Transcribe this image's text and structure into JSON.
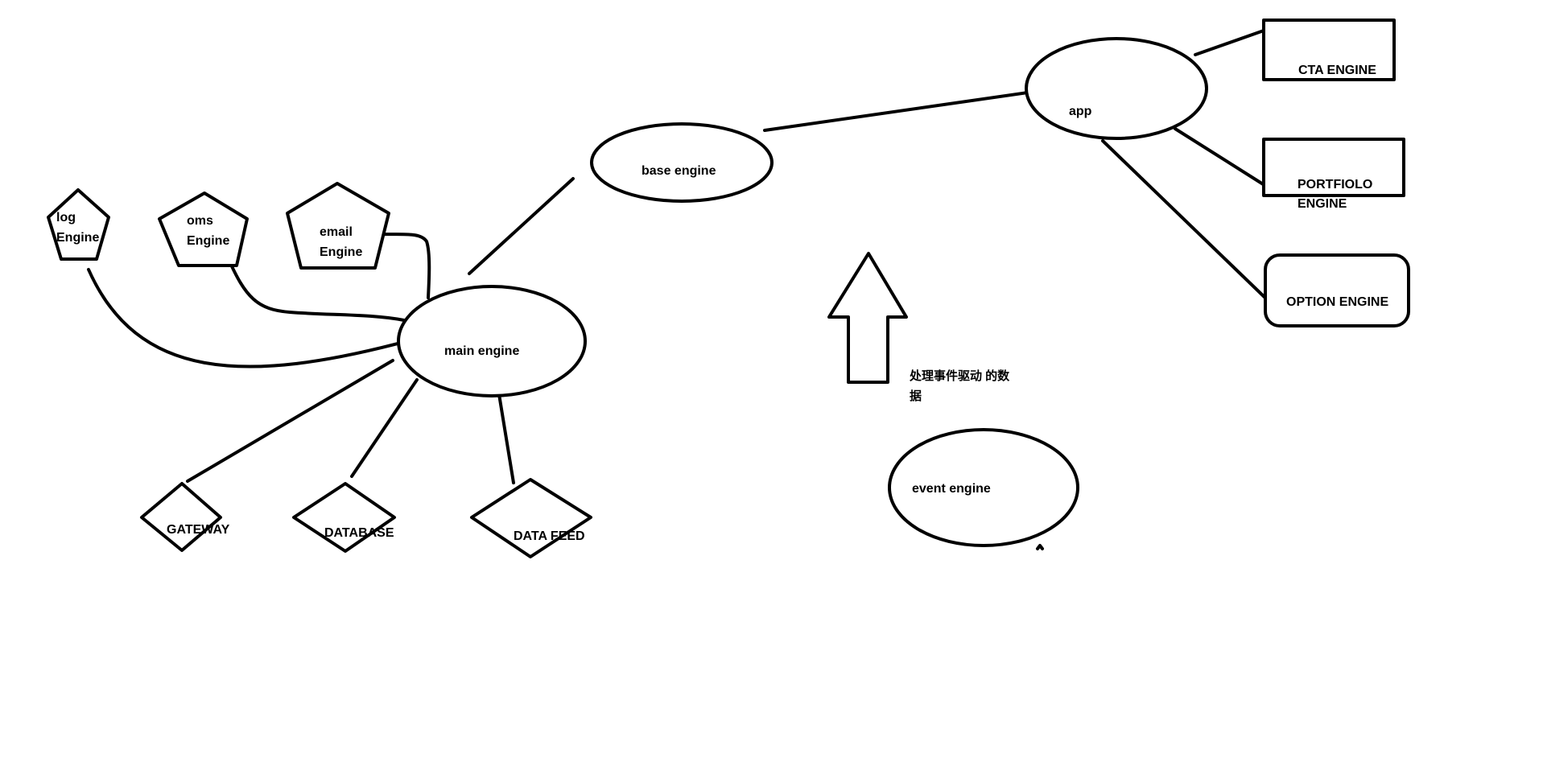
{
  "diagram": {
    "nodes": {
      "log_engine": {
        "line1": "log",
        "line2": "Engine"
      },
      "oms_engine": {
        "line1": "oms",
        "line2": "Engine"
      },
      "email_engine": {
        "line1": "email",
        "line2": "Engine"
      },
      "main_engine": {
        "label": "main engine"
      },
      "base_engine": {
        "label": "base engine"
      },
      "app": {
        "label": "app"
      },
      "cta_engine": {
        "label": "CTA ENGINE"
      },
      "portfolio_engine": {
        "line1": "PORTFIOLO",
        "line2": "ENGINE"
      },
      "option_engine": {
        "label": "OPTION ENGINE"
      },
      "gateway": {
        "label": "GATEWAY"
      },
      "database": {
        "label": "DATABASE"
      },
      "data_feed": {
        "label": "DATA FEED"
      },
      "event_engine": {
        "label": "event engine"
      }
    },
    "arrow_caption": {
      "line1": "处理事件驱动 的数",
      "line2": "据"
    }
  }
}
